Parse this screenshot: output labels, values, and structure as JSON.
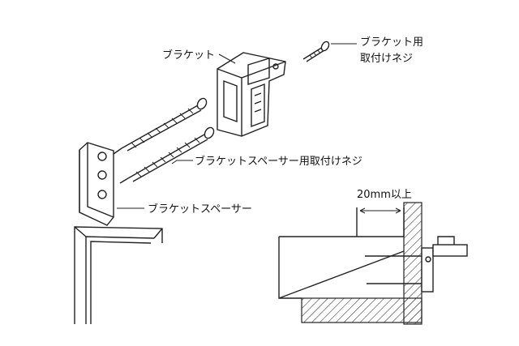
{
  "labels": {
    "bracket": "ブラケット",
    "bracket_screw_line1": "ブラケット用",
    "bracket_screw_line2": "取付けネジ",
    "spacer_screw": "ブラケットスペーサー用取付けネジ",
    "spacer": "ブラケットスペーサー",
    "clearance": "20mm以上"
  },
  "icons": [
    "bracket-icon",
    "screw-icon",
    "spacer-icon",
    "window-frame-icon",
    "wall-section-icon"
  ],
  "colors": {
    "line": "#222222",
    "background": "#ffffff"
  }
}
